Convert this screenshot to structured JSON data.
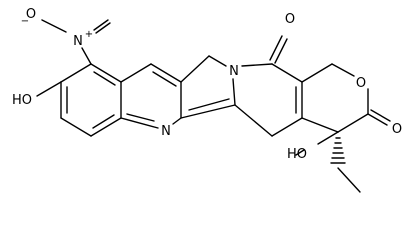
{
  "atoms": {
    "nitro_o_minus": "O",
    "nitro_o_minus_charge": "−",
    "nitro_n": "N",
    "nitro_n_charge": "+",
    "ketone_o_top": "O",
    "pyridone_n": "N",
    "lactone_ring_o": "O",
    "phenol_oh": "HO",
    "quinoline_n": "N",
    "lactone_carbonyl_o": "O",
    "tertiary_oh": "HO"
  }
}
